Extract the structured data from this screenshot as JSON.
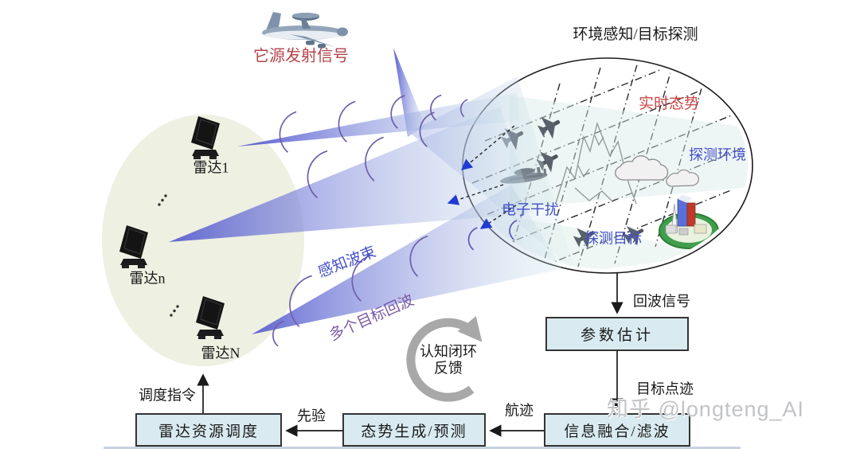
{
  "scene": {
    "awacs_label": "它源发射信号",
    "env_title": "环境感知/目标探测",
    "realtime": "实时态势",
    "detect_env": "探测环境",
    "jamming": "电子干扰",
    "detect_target": "探测目标"
  },
  "radars": {
    "r1": "雷达1",
    "rn": "雷达n",
    "rN": "雷达N"
  },
  "beams": {
    "sensing": "感知波束",
    "echoes": "多个目标回波"
  },
  "loop": {
    "line1": "认知闭环",
    "line2": "反馈"
  },
  "flow": {
    "boxes": {
      "param": "参数估计",
      "fusion": "信息融合/滤波",
      "situation": "态势生成/预测",
      "scheduling": "雷达资源调度"
    },
    "arrows": {
      "echo": "回波信号",
      "plots": "目标点迹",
      "track": "航迹",
      "prior": "先验",
      "command": "调度指令"
    }
  },
  "watermark": "知乎 @longteng_AI",
  "colors": {
    "beam_dark": "#4d52cd",
    "beam_pale": "#cfe7ea",
    "box_fill": "#d9ebf1",
    "label_red": "#b5444b",
    "label_blue": "#4450c8",
    "label_purple": "#7c5ba6",
    "loop_gray": "#a8a8a8"
  }
}
